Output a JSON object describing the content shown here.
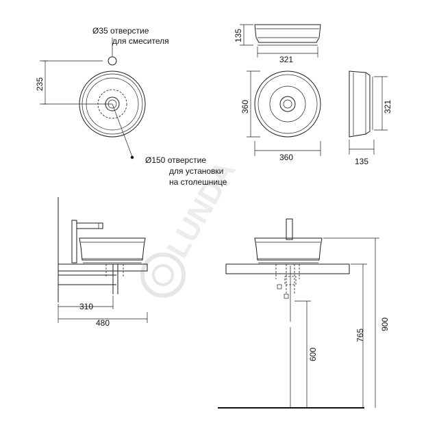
{
  "watermark": "LUNDA",
  "top_view": {
    "mixer_hole_label": "Ø35 отверстие",
    "mixer_hole_label2": "для смесителя",
    "mount_hole_label": "Ø150 отверстие",
    "mount_hole_label2": "для установки",
    "mount_hole_label3": "на столешнице",
    "dim_235": "235"
  },
  "small_views": {
    "front_height": "135",
    "front_width": "321",
    "plan_height": "360",
    "plan_width": "360",
    "side_height": "321",
    "side_width": "135"
  },
  "side_elevation": {
    "dim_310": "310",
    "dim_480": "480"
  },
  "front_elevation": {
    "dim_600": "600",
    "dim_765": "765",
    "dim_900": "900"
  }
}
